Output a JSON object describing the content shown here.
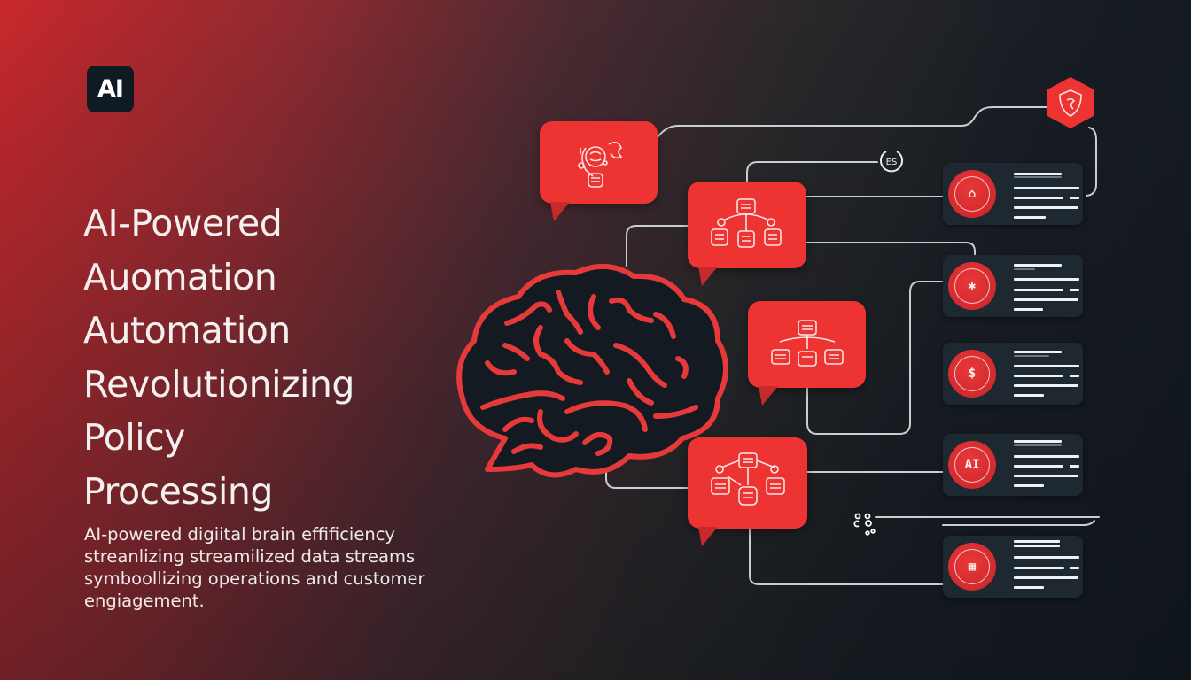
{
  "logo": {
    "label": "AI",
    "icon": "ai-logo-badge"
  },
  "headline": {
    "lines": [
      "AI-Powered",
      "Auomation",
      "Automation",
      "Revolutionizing",
      "Policy",
      "Processing"
    ]
  },
  "subtitle": {
    "lines": [
      "AI-powered digiital brain effificiency",
      "streanlizing streamilized data streams",
      "symboollizing operations and customer",
      "engiagement."
    ]
  },
  "colors": {
    "accent_red": "#ee3333",
    "background_left": "#c8282c",
    "background_right": "#11181e",
    "card_bg": "#1e2830",
    "line_color": "#c9ced2",
    "text_white": "#f4f0f0"
  },
  "diagram": {
    "brain_icon": "brain-outline",
    "bubbles": [
      {
        "id": "bubble-1",
        "icon": "lightbulb-gears-icon"
      },
      {
        "id": "bubble-2",
        "icon": "flowchart-icon"
      },
      {
        "id": "bubble-3",
        "icon": "flowchart-icon"
      },
      {
        "id": "bubble-4",
        "icon": "flowchart-icon"
      }
    ],
    "hexagon": {
      "icon": "shield-icon"
    },
    "ring_node": {
      "icon": "refresh-cycle-icon"
    },
    "dots_node": {
      "icon": "scatter-dots-icon"
    },
    "cards": [
      {
        "id": "card-1",
        "glyph": "⌂",
        "icon": "document-policy-icon"
      },
      {
        "id": "card-2",
        "glyph": "✱",
        "icon": "process-icon"
      },
      {
        "id": "card-3",
        "glyph": "$",
        "icon": "finance-icon"
      },
      {
        "id": "card-4",
        "glyph": "AI",
        "icon": "ai-text-icon"
      },
      {
        "id": "card-5",
        "glyph": "▦",
        "icon": "data-grid-icon"
      }
    ]
  }
}
